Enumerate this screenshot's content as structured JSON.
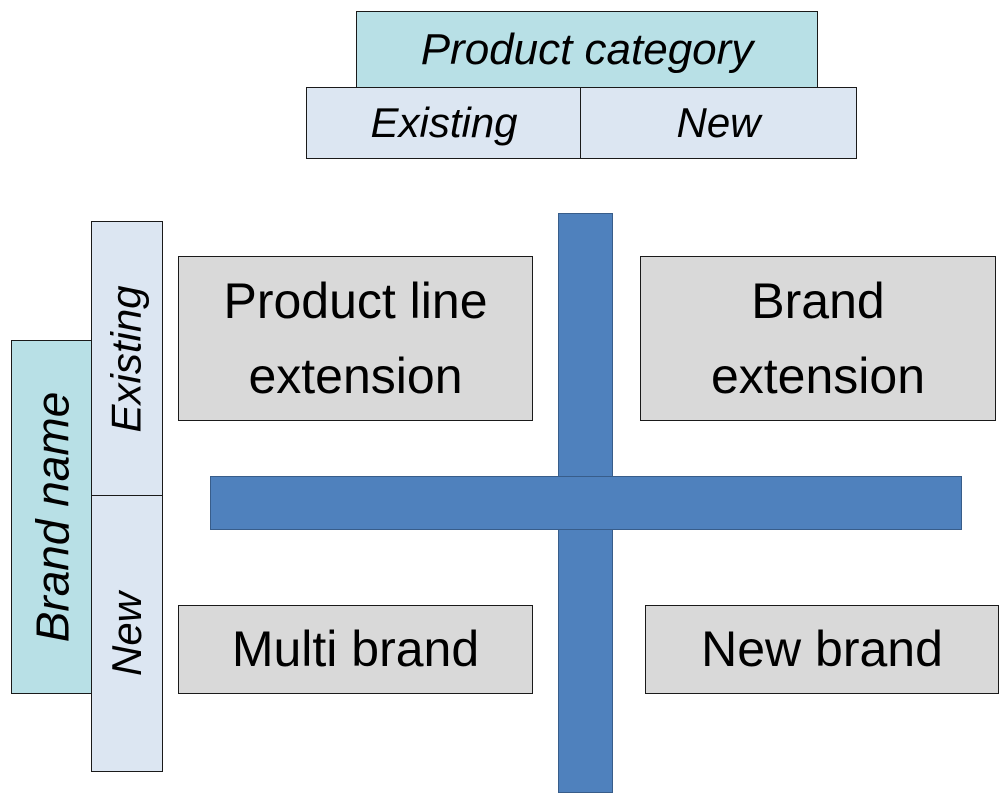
{
  "product_category": {
    "title": "Product category",
    "existing": "Existing",
    "new": "New"
  },
  "brand_name": {
    "title": "Brand name",
    "existing": "Existing",
    "new": "New"
  },
  "quadrants": {
    "top_left": [
      "Product line",
      "extension"
    ],
    "top_right": [
      "Brand",
      "extension"
    ],
    "bottom_left": "Multi brand",
    "bottom_right": "New brand"
  },
  "colors": {
    "header_main": "#b8e0e6",
    "header_sub": "#dce6f2",
    "quadrant_fill": "#d9d9d9",
    "cross": "#4f81bd"
  }
}
